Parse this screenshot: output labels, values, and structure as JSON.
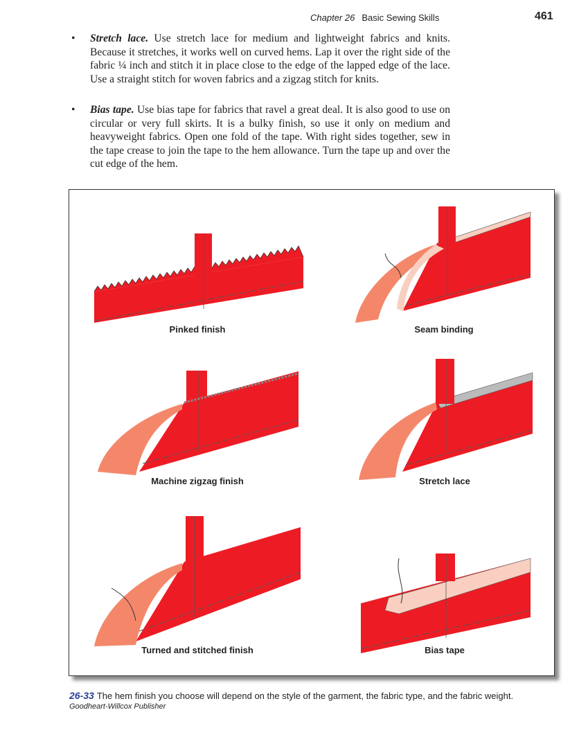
{
  "header": {
    "chapter": "Chapter 26",
    "title": "Basic Sewing Skills",
    "page_number": "461"
  },
  "bullets": [
    {
      "term": "Stretch lace.",
      "text": " Use stretch lace for medium and lightweight fabrics and knits. Because it stretches, it works well on curved hems. Lap it over the right side of the fabric ¼ inch and stitch it in place close to the edge of the lapped edge of the lace. Use a straight stitch for woven fabrics and a zigzag stitch for knits."
    },
    {
      "term": "Bias tape.",
      "text": " Use bias tape for fabrics that ravel a great deal. It is also good to use on circular or very full skirts. It is a bulky finish, so use it only on medium and heavyweight fabrics. Open one fold of the tape. With right sides together, sew in the tape crease to join the tape to the hem allowance. Turn the tape up and over the cut edge of the hem."
    }
  ],
  "figure": {
    "labels": [
      "Pinked finish",
      "Seam binding",
      "Machine zigzag finish",
      "Stretch lace",
      "Turned and stitched finish",
      "Bias tape"
    ],
    "colors": {
      "fabric": "#ed1c24",
      "hem_allowance": "#f4876a",
      "tape": "#f8cfc0"
    }
  },
  "caption": {
    "number": "26-33",
    "text": "The hem finish you choose will depend on the style of the garment, the fabric type, and the fabric weight.",
    "credit": "Goodheart-Willcox Publisher"
  }
}
